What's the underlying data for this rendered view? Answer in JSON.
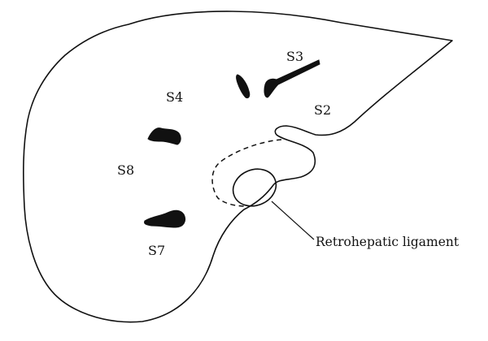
{
  "diagram": {
    "segments": [
      {
        "id": "s3",
        "label": "S3"
      },
      {
        "id": "s4",
        "label": "S4"
      },
      {
        "id": "s2",
        "label": "S2"
      },
      {
        "id": "s8",
        "label": "S8"
      },
      {
        "id": "s7",
        "label": "S7"
      }
    ],
    "callout": {
      "label": "Retrohepatic ligament"
    },
    "colors": {
      "stroke": "#111111",
      "background": "#ffffff"
    }
  }
}
